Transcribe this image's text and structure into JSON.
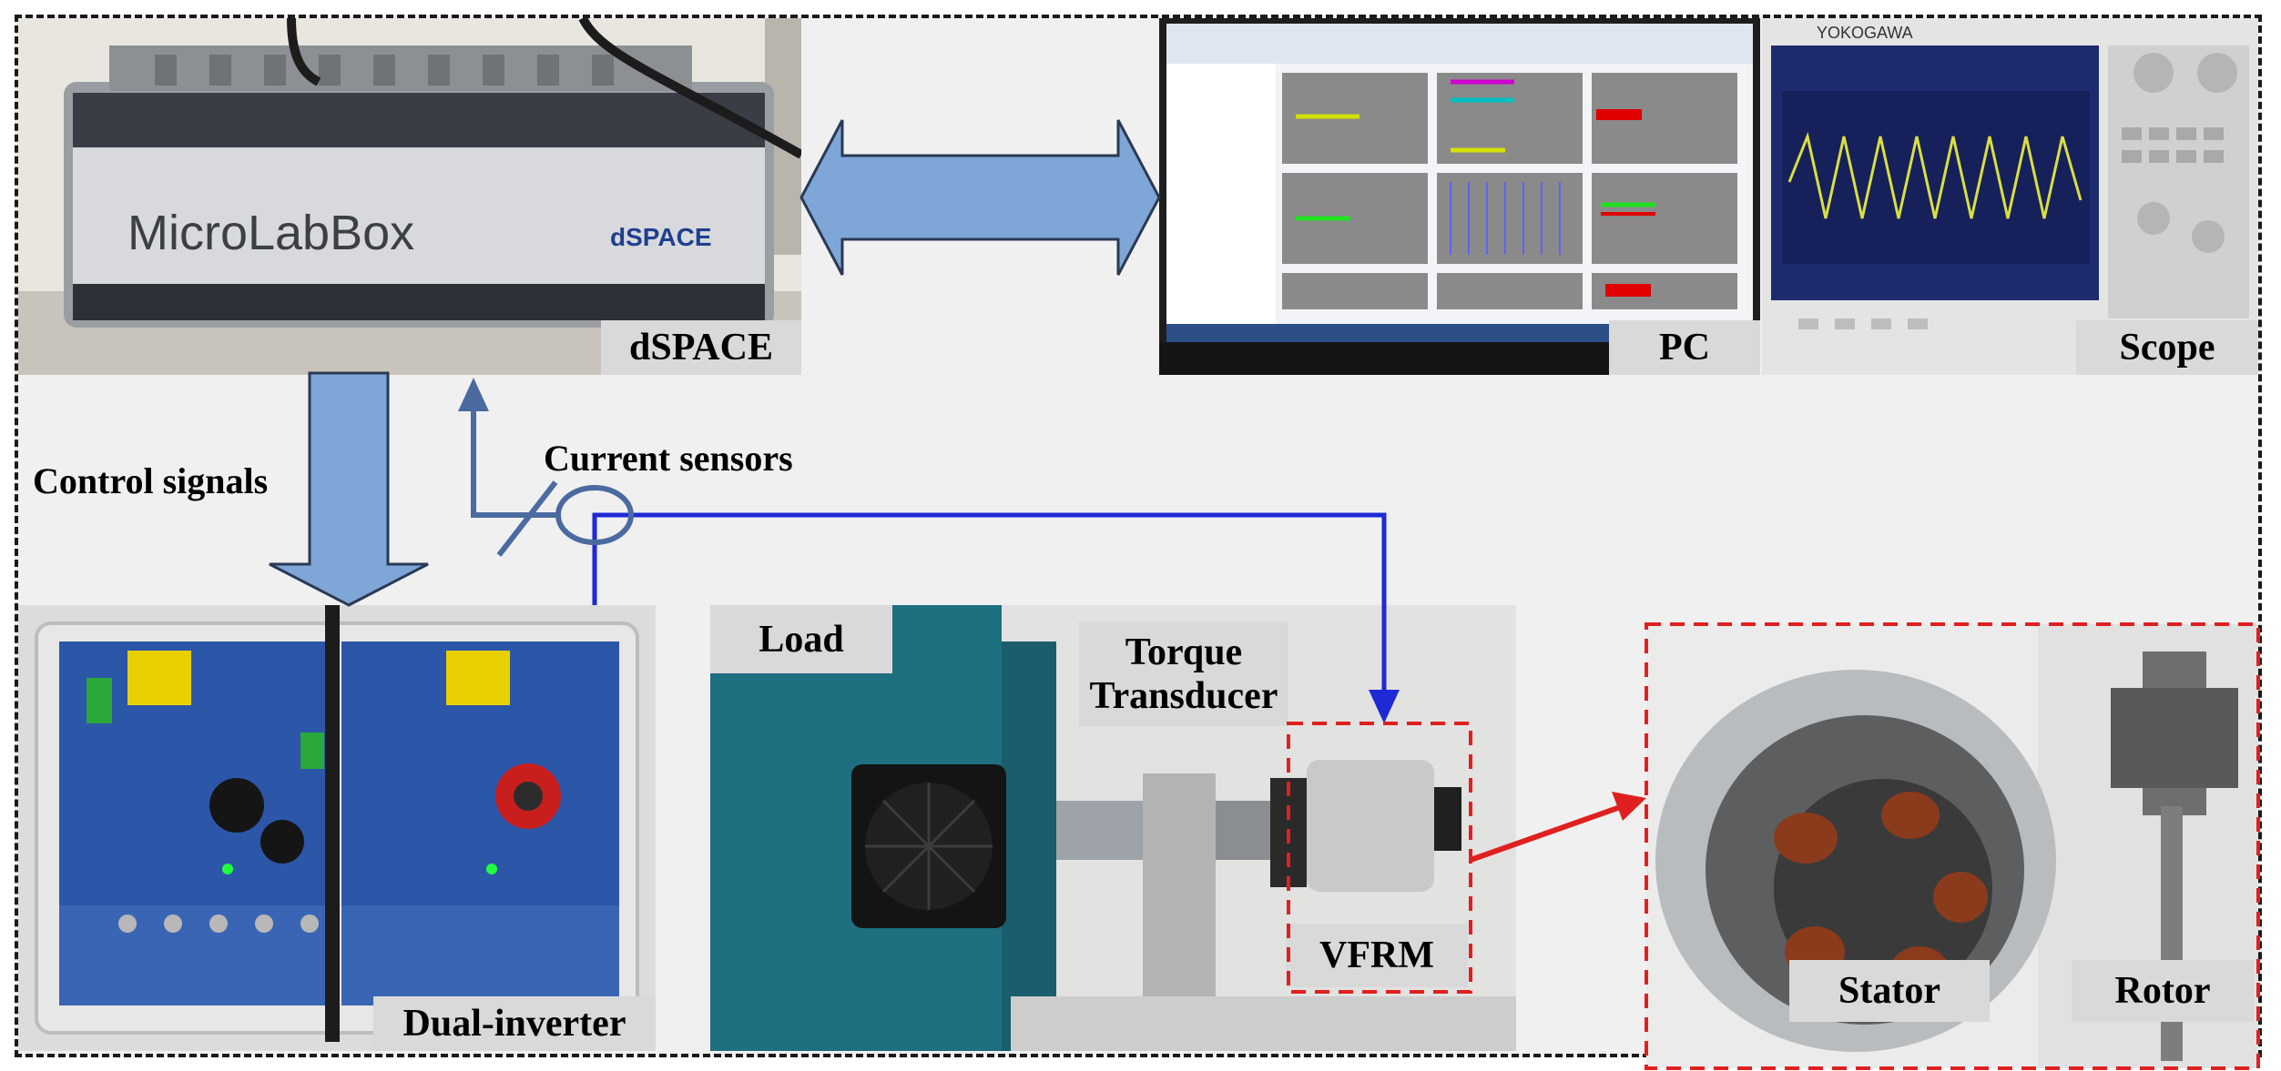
{
  "labels": {
    "dspace": "dSPACE",
    "pc": "PC",
    "scope": "Scope",
    "control_signals": "Control signals",
    "current_sensors": "Current sensors",
    "dual_inverter": "Dual-inverter",
    "load": "Load",
    "torque_transducer_line1": "Torque",
    "torque_transducer_line2": "Transducer",
    "vfrm": "VFRM",
    "stator": "Stator",
    "rotor": "Rotor"
  },
  "device_text": {
    "microlabbox_brand": "MicroLabBox",
    "dspace_logo": "dSPACE",
    "scope_brand": "YOKOGAWA"
  },
  "colors": {
    "arrow_fill": "#7ea6d6",
    "wire_blue": "#1f2ad6",
    "highlight_red": "#e02020"
  }
}
